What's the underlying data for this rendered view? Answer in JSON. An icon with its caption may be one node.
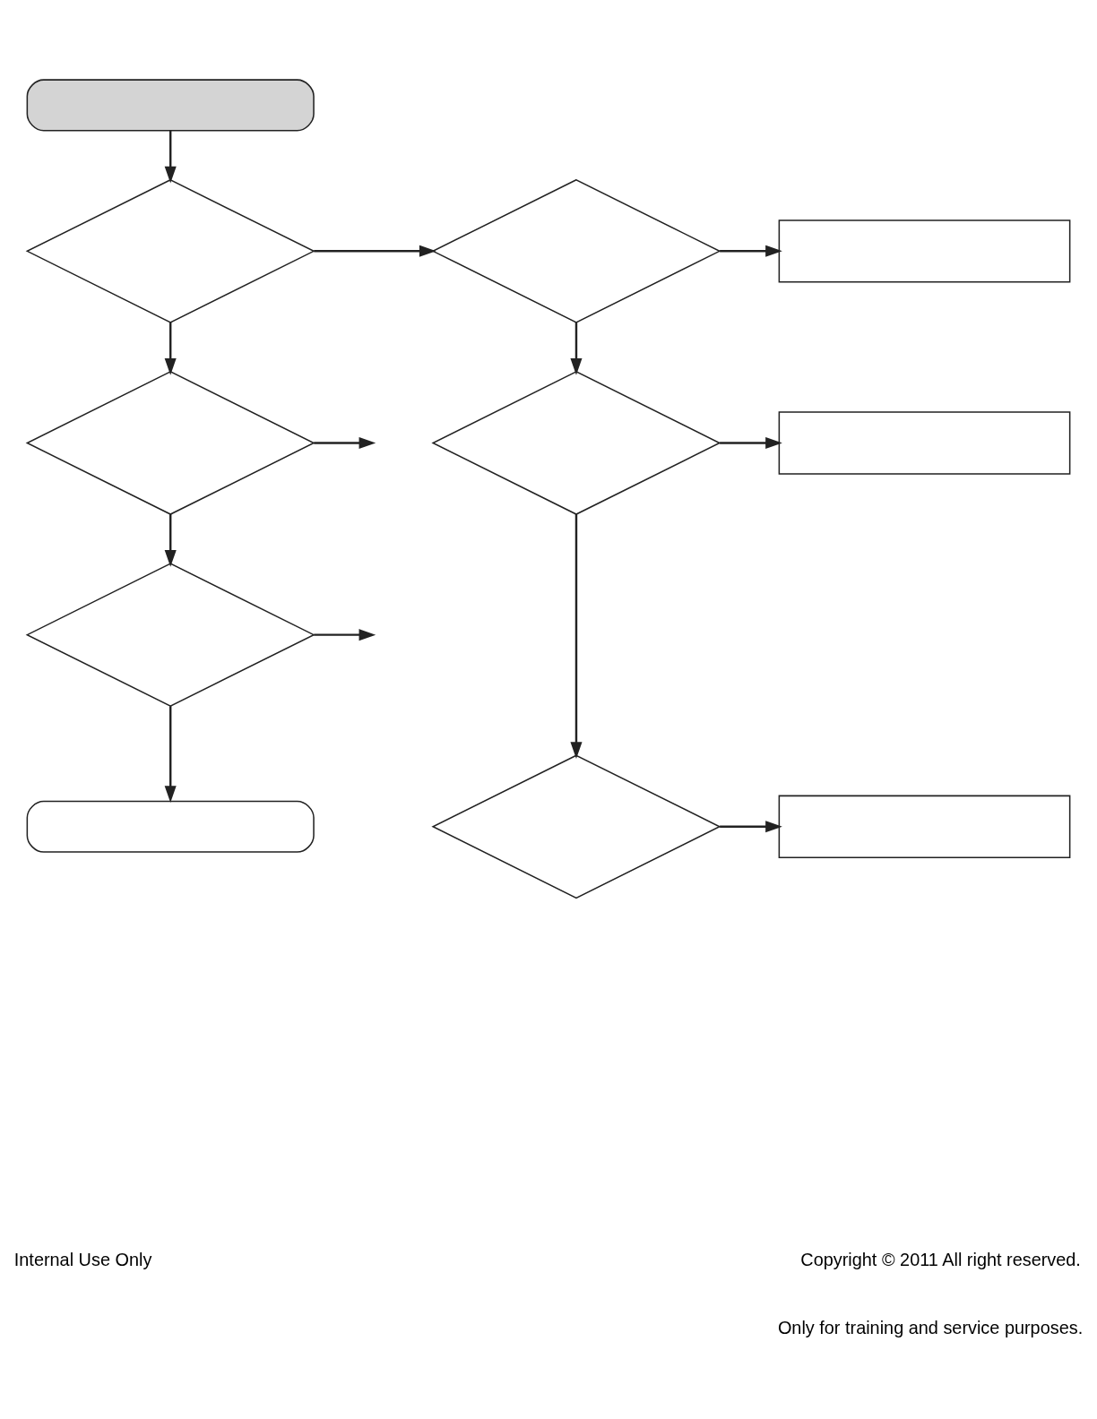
{
  "diagram": {
    "nodes": [
      {
        "text": [],
        "shape": "pill"
      },
      {
        "text": [],
        "shape": "diamond"
      },
      {
        "text": [],
        "shape": "diamond"
      },
      {
        "text": [],
        "shape": "box"
      },
      {
        "text": [],
        "shape": "diamond"
      },
      {
        "text": [],
        "shape": "diamond"
      },
      {
        "text": [],
        "shape": "box"
      },
      {
        "text": [],
        "shape": "diamond"
      },
      {
        "text": [],
        "shape": "pill"
      },
      {
        "text": [],
        "shape": "diamond"
      },
      {
        "text": [],
        "shape": "box"
      }
    ],
    "edges": [
      {
        "from": 0,
        "to": 1,
        "arrow": "to"
      },
      {
        "from": 1,
        "to": 2,
        "arrow": "to"
      },
      {
        "from": 2,
        "to": 3,
        "arrow": "to"
      },
      {
        "from": 1,
        "to": 4,
        "arrow": "to"
      },
      {
        "from": 2,
        "to": 5,
        "arrow": "to"
      },
      {
        "from": 4,
        "to": null,
        "arrow": "to"
      },
      {
        "from": 5,
        "to": 6,
        "arrow": "to"
      },
      {
        "from": 4,
        "to": 7,
        "arrow": "to"
      },
      {
        "from": 7,
        "to": null,
        "arrow": "to"
      },
      {
        "from": 7,
        "to": 8,
        "arrow": "to"
      },
      {
        "from": 5,
        "to": 9,
        "arrow": "to"
      },
      {
        "from": 9,
        "to": 10,
        "arrow": "to"
      }
    ],
    "labels": [
      "Internal Use Only",
      "Copyright © 2011 All right reserved.",
      "Only for training and service purposes."
    ]
  }
}
